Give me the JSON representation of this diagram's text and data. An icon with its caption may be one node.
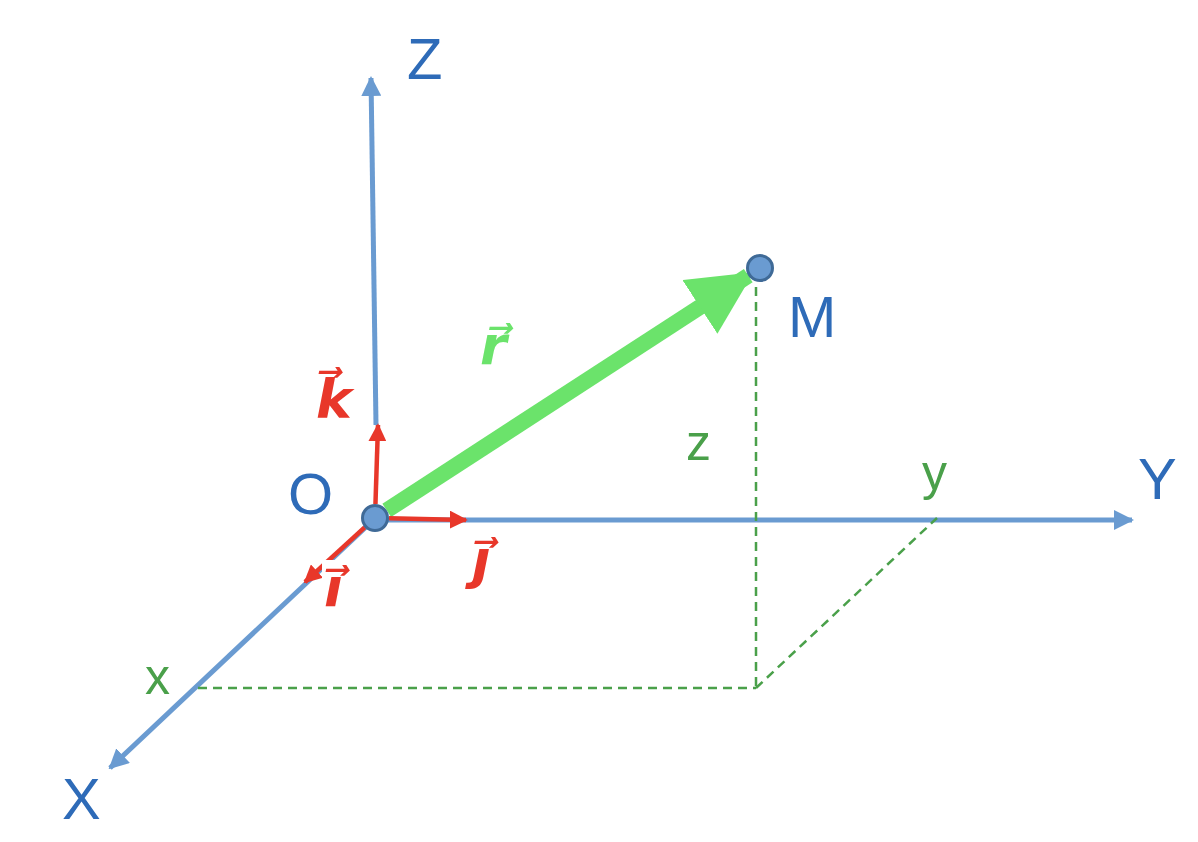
{
  "diagram": {
    "nodes": [
      {
        "text": [
          "O"
        ]
      },
      {
        "text": [
          "M"
        ]
      }
    ],
    "edges": [
      {
        "from": 0,
        "to": 1,
        "arrow": "to",
        "label": "r⃗",
        "style": "thick",
        "color": "#6be36b"
      },
      {
        "from": 0,
        "to": null,
        "arrow": "to",
        "label": "k⃗"
      },
      {
        "from": 0,
        "to": null,
        "arrow": "to",
        "label": "j⃗"
      },
      {
        "from": 0,
        "to": null,
        "arrow": "to",
        "label": "i⃗"
      }
    ],
    "labels": [
      "Z",
      "Y",
      "X",
      "x",
      "y",
      "z"
    ]
  }
}
